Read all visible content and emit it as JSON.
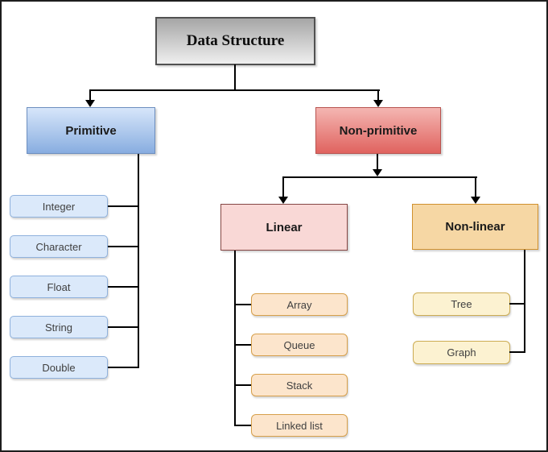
{
  "diagram": {
    "title": "Data Structure",
    "nodes": {
      "root": "Data Structure",
      "primitive": "Primitive",
      "non_primitive": "Non-primitive",
      "linear": "Linear",
      "non_linear": "Non-linear",
      "primitive_children": [
        "Integer",
        "Character",
        "Float",
        "String",
        "Double"
      ],
      "linear_children": [
        "Array",
        "Queue",
        "Stack",
        "Linked list"
      ],
      "non_linear_children": [
        "Tree",
        "Graph"
      ]
    },
    "colors": {
      "root_fill_top": "#a6a6a6",
      "root_fill_bottom": "#efefef",
      "root_border": "#515151",
      "primitive_fill_top": "#d7e6fa",
      "primitive_fill_bottom": "#88ade0",
      "primitive_border": "#6c8ebf",
      "non_primitive_fill_top": "#f4b6b2",
      "non_primitive_fill_bottom": "#e0635f",
      "non_primitive_border": "#b85450",
      "linear_fill": "#f9d8d6",
      "linear_border": "#854744",
      "non_linear_fill": "#f6d7a4",
      "non_linear_border": "#d0912f",
      "primitive_leaf_fill": "#dbe9fa",
      "primitive_leaf_border": "#8fb1dc",
      "linear_leaf_fill": "#fce5cc",
      "linear_leaf_border": "#d7a04b",
      "non_linear_leaf_fill": "#fcf2d1",
      "non_linear_leaf_border": "#ccac53",
      "connector": "#000000",
      "canvas_frame": "#1d1d1d"
    }
  }
}
